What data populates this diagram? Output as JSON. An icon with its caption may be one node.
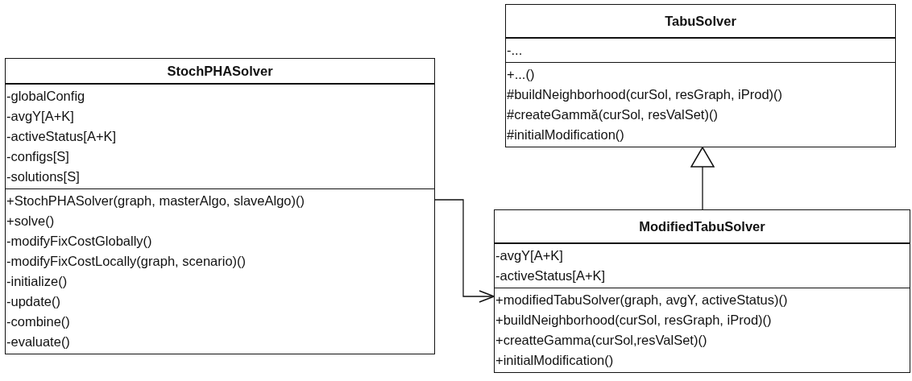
{
  "diagram": {
    "nodes": [
      {
        "text": [
          "StochPHASolver",
          "-globalConfig",
          "-avgY[A+K]",
          "-activeStatus[A+K]",
          "-configs[S]",
          "-solutions[S]",
          "+StochPHASolver(graph, masterAlgo, slaveAlgo)()",
          "+solve()",
          "-modifyFixCostGlobally()",
          "-modifyFixCostLocally(graph, scenario)()",
          "-initialize()",
          "-update()",
          "-combine()",
          "-evaluate()"
        ]
      },
      {
        "text": [
          "TabuSolver",
          "-...",
          "+...()",
          "#buildNeighborhood(curSol, resGraph, iProd)()",
          "#createGammă(curSol, resValSet)()",
          "#initialModification()"
        ]
      },
      {
        "text": [
          "ModifiedTabuSolver",
          "-avgY[A+K]",
          "-activeStatus[A+K]",
          "+modifiedTabuSolver(graph, avgY, activeStatus)()",
          "+buildNeighborhood(curSol, resGraph, iProd)()",
          "+creatteGamma(curSol,resValSet)()",
          "+initialModification()"
        ]
      }
    ],
    "edges": [
      {
        "from": 2,
        "to": 1,
        "arrow": "to"
      },
      {
        "from": 0,
        "to": 2,
        "arrow": "to"
      }
    ]
  }
}
